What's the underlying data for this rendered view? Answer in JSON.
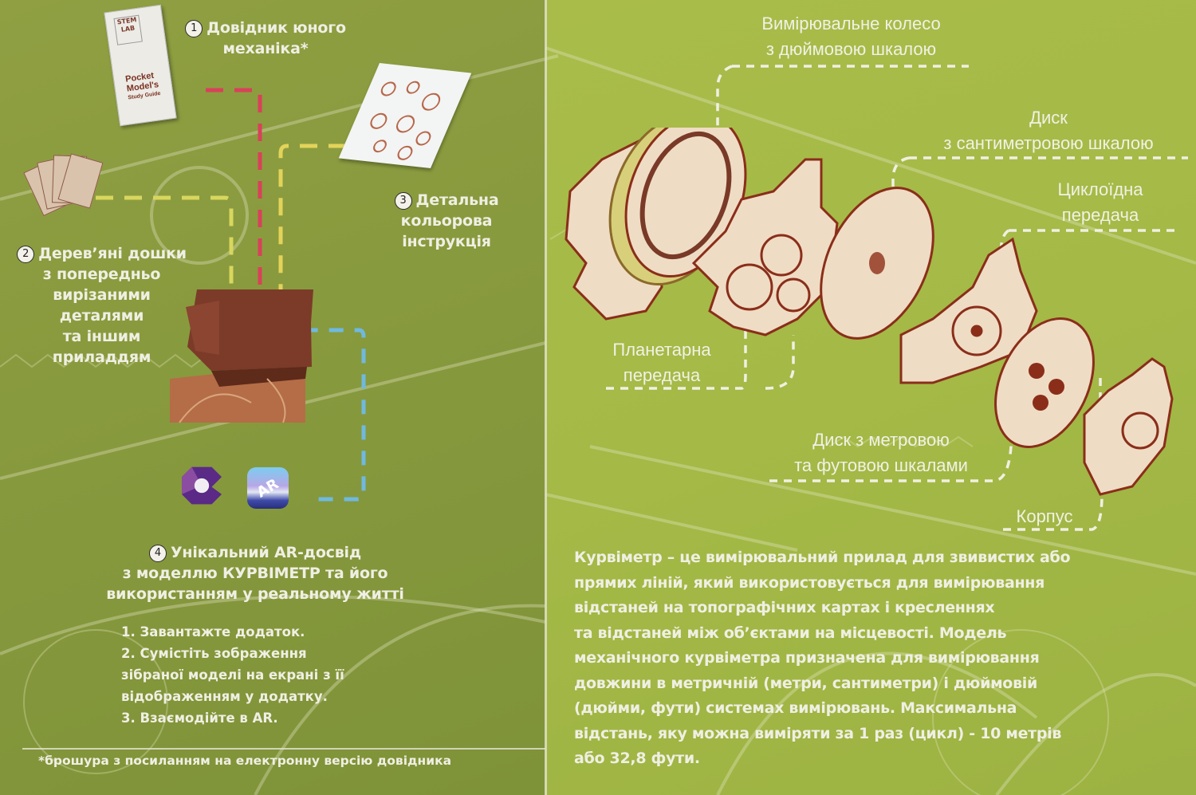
{
  "left_panel": {
    "items": [
      {
        "number": "1",
        "title_lines": [
          "Довідник юного",
          "механіка*"
        ]
      },
      {
        "number": "2",
        "title_lines": [
          "Дерев’яні дошки",
          "з попередньо",
          "вирізаними",
          "деталями",
          "та іншим",
          "приладдям"
        ]
      },
      {
        "number": "3",
        "title_lines": [
          "Детальна",
          "кольорова",
          "інструкція"
        ]
      },
      {
        "number": "4",
        "title_lines": [
          "Унікальний AR-досвід",
          "з моделлю КУРВІМЕТР та його",
          "використанням у реальному житті"
        ]
      }
    ],
    "booklet": {
      "logo_lines": [
        "STEM",
        "LAB"
      ],
      "cover_lines": [
        "Pocket",
        "Model's",
        "Study Guide"
      ]
    },
    "ar_icon_label": "AR",
    "steps": [
      "1. Завантажте додаток.",
      "2. Сумістіть зображення",
      "зібраної моделі на екрані з її",
      "відображенням у додатку.",
      "3. Взаємодійте в AR."
    ],
    "footnote": "*брошура з посиланням на електронну версію довідника",
    "colors": {
      "red_line": "#d9415a",
      "yellow_line": "#e3d35a",
      "blue_line": "#6fb9e0",
      "background": "#8b9c3f"
    }
  },
  "right_panel": {
    "labels": {
      "measuring_wheel": [
        "Вимірювальне колесо",
        "з дюймовою шкалою"
      ],
      "cm_disc": [
        "Диск",
        "з сантиметровою шкалою"
      ],
      "cycloid_gear": [
        "Циклоїдна",
        "передача"
      ],
      "planetary_gear": [
        "Планетарна",
        "передача"
      ],
      "meter_foot_disc": [
        "Диск з метровою",
        "та футовою шкалами"
      ],
      "housing": [
        "Корпус"
      ]
    },
    "description_lines": [
      "Курвіметр – це вимірювальний прилад для звивистих або",
      "прямих ліній, який використовується для вимірювання",
      "відстаней на топографічних картах і кресленнях",
      "та відстаней між об’єктами на місцевості. Модель",
      "механічного курвіметра призначена для вимірювання",
      "довжини в метричній (метри, сантиметри) і дюймовій",
      "(дюйми, фути) системах вимірювань. Максимальна",
      "відстань, яку можна виміряти за 1 раз (цикл) - 10 метрів",
      "або 32,8 фути."
    ],
    "colors": {
      "background": "#a6ba47",
      "wood": "#efdcc4",
      "wood_edge": "#8a2e1a"
    }
  }
}
